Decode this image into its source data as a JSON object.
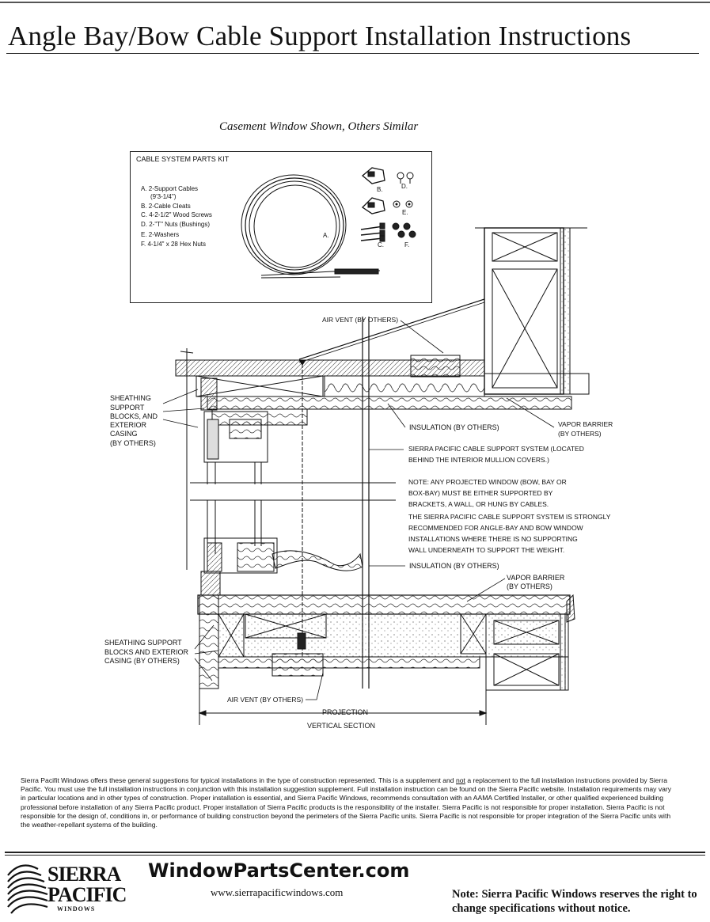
{
  "title": "Angle Bay/Bow Cable Support Installation Instructions",
  "subtitle": "Casement Window Shown, Others Similar",
  "kit": {
    "heading": "CABLE SYSTEM PARTS KIT",
    "items": [
      "A. 2-Support Cables",
      "(9'3-1/4\")",
      "B. 2-Cable Cleats",
      "C. 4-2-1/2\" Wood Screws",
      "D. 2-\"T\" Nuts (Bushings)",
      "E. 2-Washers",
      "F. 4-1/4\" x 28 Hex Nuts"
    ],
    "part_letters": [
      "A.",
      "B.",
      "C.",
      "D.",
      "E.",
      "F."
    ]
  },
  "callouts": {
    "air_vent_top": "AIR VENT (BY OTHERS)",
    "sheathing_top": [
      "SHEATHING",
      "SUPPORT",
      "BLOCKS, AND",
      "EXTERIOR",
      "CASING",
      "(BY OTHERS)"
    ],
    "insulation_top": "INSULATION (BY OTHERS)",
    "vapor_top": [
      "VAPOR BARRIER",
      "(BY OTHERS)"
    ],
    "cable_system": [
      "SIERRA PACIFIC CABLE SUPPORT SYSTEM (LOCATED",
      "BEHIND THE INTERIOR MULLION COVERS.)"
    ],
    "note": [
      "NOTE: ANY PROJECTED WINDOW (BOW, BAY OR",
      "BOX-BAY) MUST BE EITHER SUPPORTED BY",
      "BRACKETS, A WALL, OR HUNG BY CABLES.",
      "THE SIERRA PACIFIC CABLE SUPPORT SYSTEM IS STRONGLY",
      "RECOMMENDED FOR ANGLE-BAY AND BOW WINDOW",
      "INSTALLATIONS WHERE THERE IS NO SUPPORTING",
      "WALL UNDERNEATH TO SUPPORT THE WEIGHT."
    ],
    "insulation_bottom": "INSULATION (BY OTHERS)",
    "vapor_bottom": [
      "VAPOR BARRIER",
      "(BY OTHERS)"
    ],
    "sheathing_bottom": [
      "SHEATHING SUPPORT",
      "BLOCKS AND EXTERIOR",
      "CASING (BY OTHERS)"
    ],
    "air_vent_bottom": "AIR VENT (BY OTHERS)",
    "projection": "PROJECTION",
    "vertical_section": "VERTICAL SECTION"
  },
  "disclaimer": {
    "part1": "Sierra Pacifit Windows offers these general suggestions for typical installations in the type of construction represented. This is a supplement and ",
    "underlined": "not",
    "part2": " a replacement to the full installation instructions provided by Sierra Pacific. You must use the full installation instructions in conjunction with this installation suggestion supplement. Full installation instruction can be found on the Sierra Pacific website. Installation requirements may vary in particular locations and in other types of construction.  Proper installation is essential, and Sierra Pacific Windows, recommends consultation with an AAMA Certified Installer, or other qualified experienced building professional before installation of any Sierra Pacific product.  Proper installation of Sierra Pacific products is the responsibility of the installer. Sierra Pacific is not responsible for proper installation.  Sierra Pacific is not responsible for the design of, conditions in, or performance of building construction beyond the perimeters of the Sierra Pacific units.  Sierra Pacific is not responsible for proper integration of the Sierra Pacific units with the weather-repellant systems of the building."
  },
  "footer": {
    "logo_line1": "SIERRA",
    "logo_line2": "PACIFIC",
    "logo_line3": "WINDOWS",
    "brand": "WindowPartsCenter.com",
    "url": "www.sierrapacificwindows.com",
    "note": "Note: Sierra Pacific Windows reserves the right to change specifications without notice."
  }
}
